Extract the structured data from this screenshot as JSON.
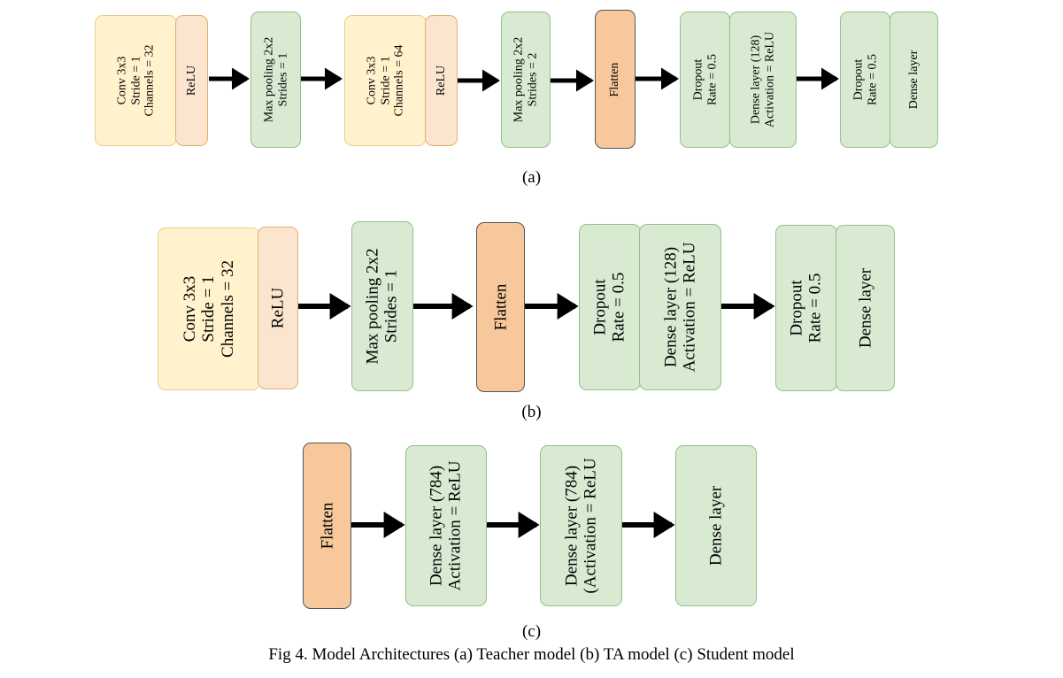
{
  "figure": {
    "caption": "Fig 4. Model Architectures (a) Teacher model (b) TA  model (c) Student model"
  },
  "panel_a": {
    "label": "(a)",
    "conv1": {
      "l1": "Conv 3x3",
      "l2": "Stride = 1",
      "l3": "Channels = 32"
    },
    "relu1": "ReLU",
    "pool1": {
      "l1": "Max pooling 2x2",
      "l2": "Strides = 1"
    },
    "conv2": {
      "l1": "Conv 3x3",
      "l2": "Stride = 1",
      "l3": "Channels = 64"
    },
    "relu2": "ReLU",
    "pool2": {
      "l1": "Max pooling 2x2",
      "l2": "Strides = 2"
    },
    "flatten": "Flatten",
    "dropout1": {
      "l1": "Dropout",
      "l2": "Rate = 0.5"
    },
    "dense128": {
      "l1": "Dense layer (128)",
      "l2": "Activation = ReLU"
    },
    "dropout2": {
      "l1": "Dropout",
      "l2": "Rate = 0.5"
    },
    "dense_out": "Dense layer"
  },
  "panel_b": {
    "label": "(b)",
    "conv1": {
      "l1": "Conv 3x3",
      "l2": "Stride = 1",
      "l3": "Channels = 32"
    },
    "relu1": "ReLU",
    "pool1": {
      "l1": "Max pooling 2x2",
      "l2": "Strides = 1"
    },
    "flatten": "Flatten",
    "dropout1": {
      "l1": "Dropout",
      "l2": "Rate = 0.5"
    },
    "dense128": {
      "l1": "Dense layer (128)",
      "l2": "Activation = ReLU"
    },
    "dropout2": {
      "l1": "Dropout",
      "l2": "Rate = 0.5"
    },
    "dense_out": "Dense layer"
  },
  "panel_c": {
    "label": "(c)",
    "flatten": "Flatten",
    "dense784a": {
      "l1": "Dense layer (784)",
      "l2": "Activation = ReLU"
    },
    "dense784b": {
      "l1": "Dense layer (784)",
      "l2": "(Activation = ReLU"
    },
    "dense_out": "Dense layer"
  },
  "colors": {
    "conv": "#fff2cc",
    "relu": "#fbe5cf",
    "green_layer": "#d8ead2",
    "flatten": "#f7c89b",
    "arrow": "#000000"
  }
}
